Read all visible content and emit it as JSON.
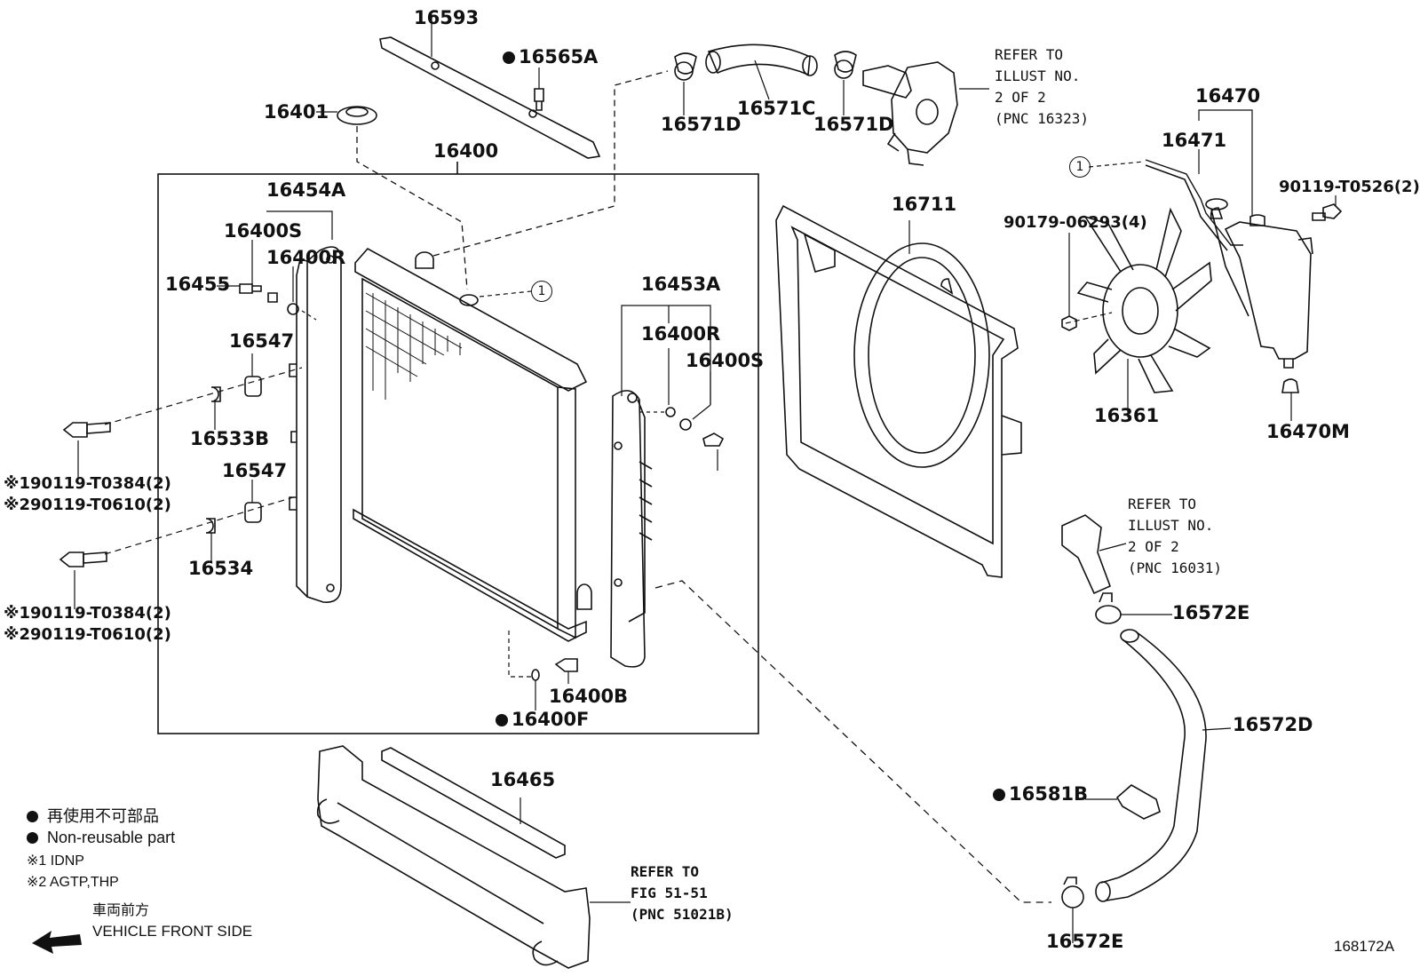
{
  "parts": {
    "p16593": "16593",
    "p16565A": "16565A",
    "p16401": "16401",
    "p16400": "16400",
    "p16454A": "16454A",
    "p16400S_a": "16400S",
    "p16400R_a": "16400R",
    "p16455": "16455",
    "p16547_a": "16547",
    "p16533B": "16533B",
    "p16547_b": "16547",
    "p16534": "16534",
    "bolt1_a": "※190119-T0384(2)",
    "bolt2_a": "※290119-T0610(2)",
    "bolt1_b": "※190119-T0384(2)",
    "bolt2_b": "※290119-T0610(2)",
    "p16453A": "16453A",
    "p16400R_b": "16400R",
    "p16400S_b": "16400S",
    "p16400B": "16400B",
    "p16400F": "16400F",
    "p16465": "16465",
    "p16571D_a": "16571D",
    "p16571C": "16571C",
    "p16571D_b": "16571D",
    "p16711": "16711",
    "p16470": "16470",
    "p16471": "16471",
    "p90119T0526": "90119-T0526(2)",
    "p90179": "90179-06293(4)",
    "p16361": "16361",
    "p16470M": "16470M",
    "p16572E_a": "16572E",
    "p16572D": "16572D",
    "p16581B": "16581B",
    "p16572E_b": "16572E",
    "circle_ref": "1"
  },
  "refs": {
    "ref1": [
      "REFER TO",
      "ILLUST NO.",
      "2 OF 2",
      "(PNC 16323)"
    ],
    "ref2": [
      "REFER TO",
      "ILLUST NO.",
      "2 OF 2",
      "(PNC 16031)"
    ],
    "ref3": [
      "REFER TO",
      "FIG 51-51",
      "(PNC 51021B)"
    ]
  },
  "legend": {
    "line1": "再使用不可部品",
    "line2": "Non-reusable part",
    "line3": "※1 IDNP",
    "line4": "※2 AGTP,THP",
    "front_jp": "車両前方",
    "front_en": "VEHICLE FRONT SIDE"
  },
  "figure_id": "168172A"
}
